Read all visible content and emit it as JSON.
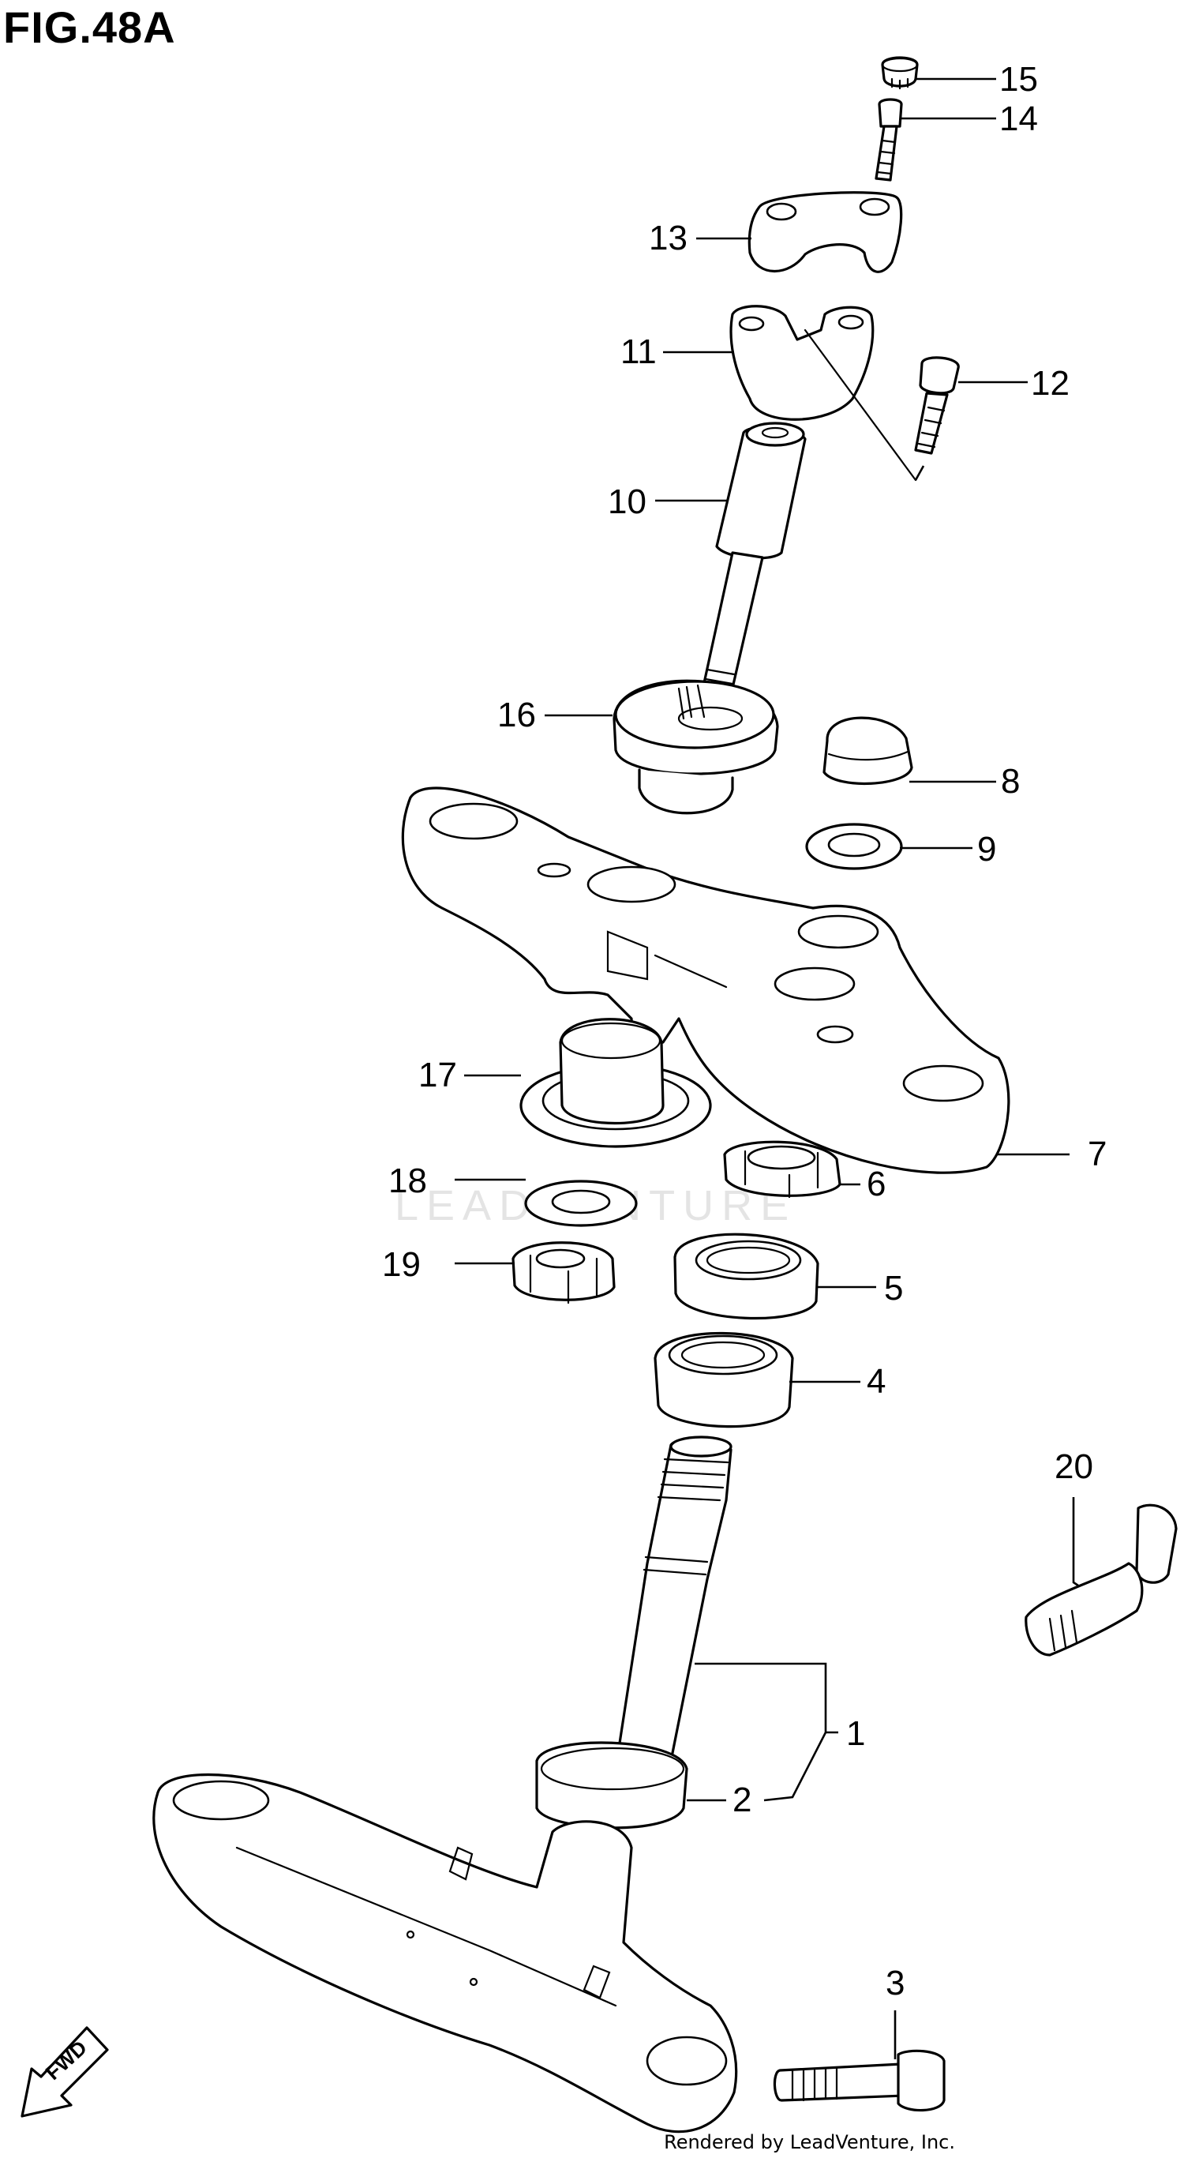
{
  "figure": {
    "title": "FIG.48A",
    "credit": "Rendered by LeadVenture, Inc."
  },
  "watermark": "LEADVENTURE",
  "fwd_label": "FWD",
  "callouts": [
    {
      "id": "1",
      "label": "1"
    },
    {
      "id": "2",
      "label": "2"
    },
    {
      "id": "3",
      "label": "3"
    },
    {
      "id": "4",
      "label": "4"
    },
    {
      "id": "5",
      "label": "5"
    },
    {
      "id": "6",
      "label": "6"
    },
    {
      "id": "7",
      "label": "7"
    },
    {
      "id": "8",
      "label": "8"
    },
    {
      "id": "9",
      "label": "9"
    },
    {
      "id": "10",
      "label": "10"
    },
    {
      "id": "11",
      "label": "11"
    },
    {
      "id": "12",
      "label": "12"
    },
    {
      "id": "13",
      "label": "13"
    },
    {
      "id": "14",
      "label": "14"
    },
    {
      "id": "15",
      "label": "15"
    },
    {
      "id": "16",
      "label": "16"
    },
    {
      "id": "17",
      "label": "17"
    },
    {
      "id": "18",
      "label": "18"
    },
    {
      "id": "19",
      "label": "19"
    },
    {
      "id": "20",
      "label": "20"
    }
  ]
}
